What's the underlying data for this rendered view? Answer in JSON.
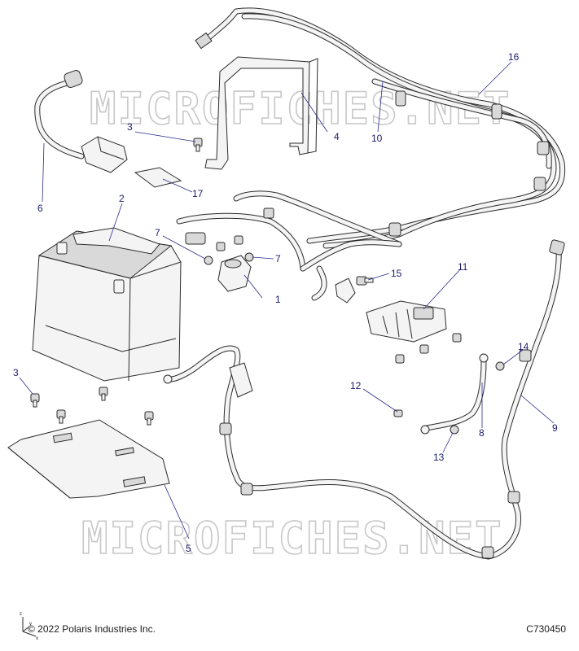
{
  "watermarks": [
    "MICROFICHES.NET",
    "MICROFICHES.NET"
  ],
  "callouts": [
    "1",
    "2",
    "3",
    "3",
    "4",
    "5",
    "6",
    "7",
    "7",
    "8",
    "9",
    "10",
    "11",
    "12",
    "13",
    "14",
    "15",
    "16",
    "17"
  ],
  "footer": {
    "copyright": "© 2022 Polaris Industries Inc.",
    "code": "C730450"
  },
  "axis_labels": {
    "x": "x",
    "y": "y",
    "z": "z"
  }
}
